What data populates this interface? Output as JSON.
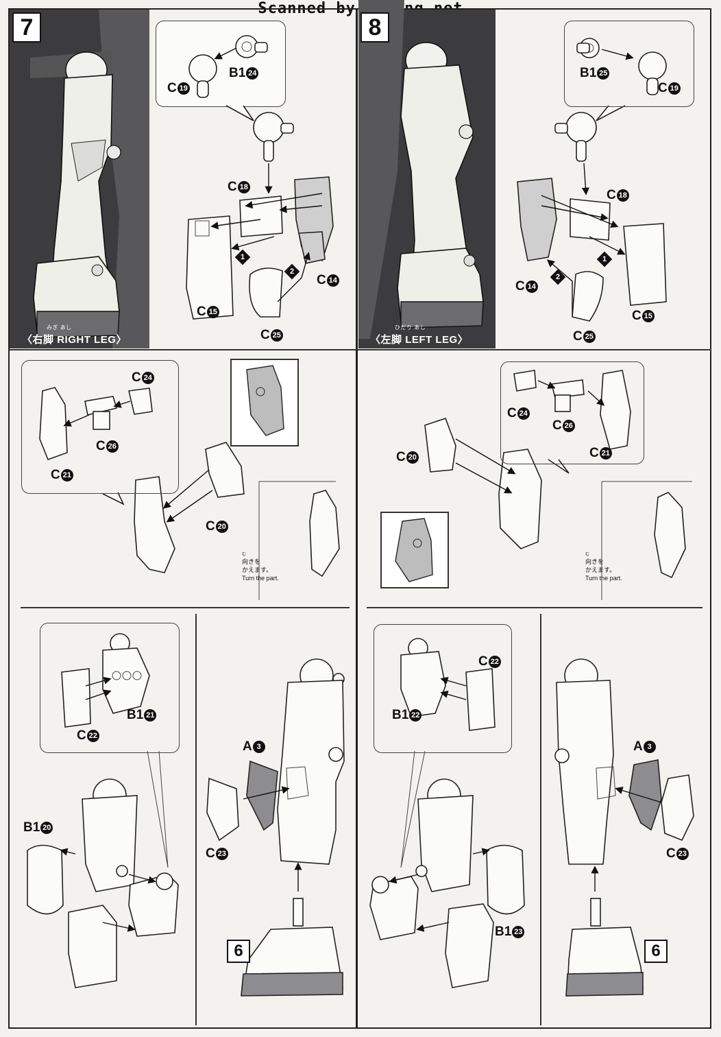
{
  "header": {
    "scan_credit": "Scanned by Dalong.net"
  },
  "steps": [
    {
      "number": "7",
      "caption_ruby": "みぎ あし",
      "caption_jp": "右脚",
      "caption_en": "RIGHT LEG"
    },
    {
      "number": "8",
      "caption_ruby": "ひだり あし",
      "caption_jp": "左脚",
      "caption_en": "LEFT LEG"
    }
  ],
  "part_labels": {
    "c19": "C",
    "c19n": "19",
    "b124": "B1",
    "b124n": "24",
    "b125": "B1",
    "b125n": "25",
    "c18": "C",
    "c18n": "18",
    "c14": "C",
    "c14n": "14",
    "c15": "C",
    "c15n": "15",
    "c25": "C",
    "c25n": "25",
    "c24": "C",
    "c24n": "24",
    "c26": "C",
    "c26n": "26",
    "c21": "C",
    "c21n": "21",
    "c20": "C",
    "c20n": "20",
    "c22": "C",
    "c22n": "22",
    "b121": "B1",
    "b121n": "21",
    "b122": "B1",
    "b122n": "22",
    "b120": "B1",
    "b120n": "20",
    "b123": "B1",
    "b123n": "23",
    "a3": "A",
    "a3n": "3",
    "c23": "C",
    "c23n": "23"
  },
  "sequence_markers": {
    "one": "1",
    "two": "2"
  },
  "turn_note": {
    "ruby": "む",
    "jp_line1": "向きを",
    "jp_line2": "かえます。",
    "en": "Turn the part."
  },
  "reference_step": "6"
}
